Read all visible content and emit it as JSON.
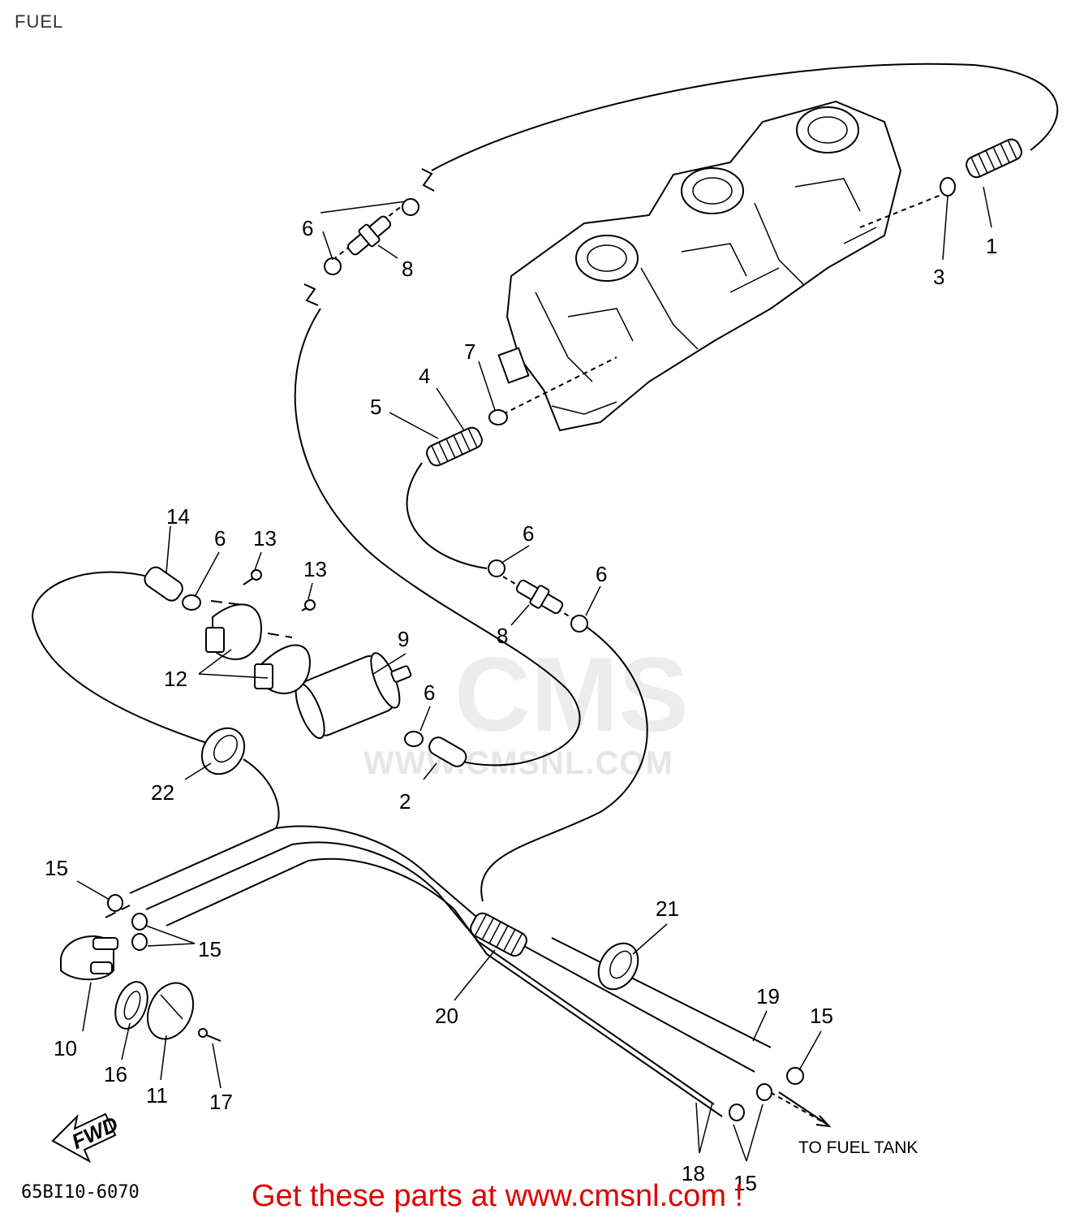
{
  "title": "FUEL",
  "diagram_code": "65BI10-6070",
  "fuel_tank_label": "TO FUEL TANK",
  "fwd_label": "FWD",
  "promo_text": "Get these parts at www.cmsnl.com !",
  "watermark": {
    "logo_text": "CMS",
    "url_text": "WWW.CMSNL.COM"
  },
  "callouts": {
    "c1": "1",
    "c2": "2",
    "c3": "3",
    "c4": "4",
    "c5": "5",
    "c6a": "6",
    "c6b": "6",
    "c6c": "6",
    "c6d": "6",
    "c6e": "6",
    "c7": "7",
    "c8a": "8",
    "c8b": "8",
    "c9": "9",
    "c10": "10",
    "c11": "11",
    "c12": "12",
    "c13a": "13",
    "c13b": "13",
    "c14": "14",
    "c15a": "15",
    "c15b": "15",
    "c15c": "15",
    "c15d": "15",
    "c16": "16",
    "c17": "17",
    "c18": "18",
    "c19": "19",
    "c20": "20",
    "c21": "21",
    "c22": "22"
  }
}
